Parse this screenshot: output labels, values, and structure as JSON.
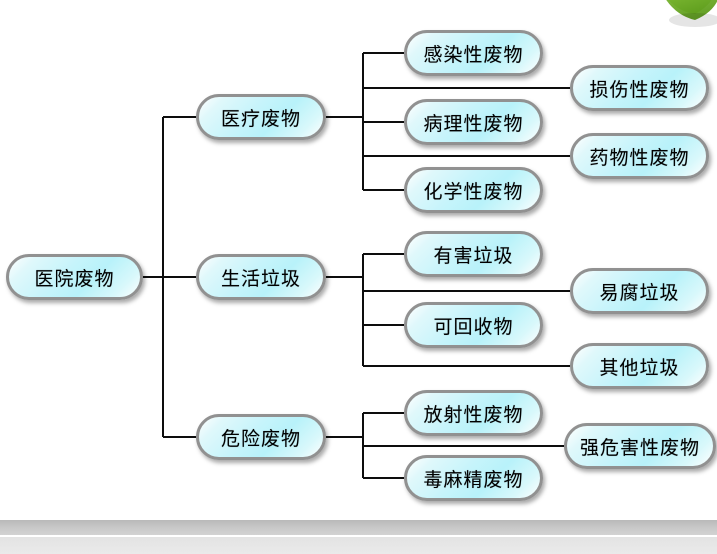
{
  "slide": {
    "title_text": "",
    "background_color": "#ffffff",
    "decor": {
      "leaf_icon": "green-leaf-ornament",
      "leaf_color_light": "#8cc63f",
      "leaf_color_mid": "#6fae2a",
      "leaf_color_dark": "#4f8c18"
    },
    "footer": {
      "band_color_top": "#c3c3c3",
      "band_color_bottom": "#e8e8e8"
    }
  },
  "diagram": {
    "type": "tree",
    "node_fill_accent": "#b8f2fa",
    "node_border_color": "#919191",
    "connector_color": "#0d0d0d",
    "root": {
      "id": "root",
      "label": "医院废物"
    },
    "branches": [
      {
        "id": "branch-medical",
        "label": "医疗废物",
        "children": [
          {
            "id": "leaf-infectious",
            "label": "感染性废物"
          },
          {
            "id": "leaf-sharps",
            "label": "损伤性废物"
          },
          {
            "id": "leaf-pathological",
            "label": "病理性废物"
          },
          {
            "id": "leaf-pharma",
            "label": "药物性废物"
          },
          {
            "id": "leaf-chemical",
            "label": "化学性废物"
          }
        ]
      },
      {
        "id": "branch-domestic",
        "label": "生活垃圾",
        "children": [
          {
            "id": "leaf-harmful",
            "label": "有害垃圾"
          },
          {
            "id": "leaf-perishable",
            "label": "易腐垃圾"
          },
          {
            "id": "leaf-recyclable",
            "label": "可回收物"
          },
          {
            "id": "leaf-other",
            "label": "其他垃圾"
          }
        ]
      },
      {
        "id": "branch-hazardous",
        "label": "危险废物",
        "children": [
          {
            "id": "leaf-radioactive",
            "label": "放射性废物"
          },
          {
            "id": "leaf-highly-harmful",
            "label": "强危害性废物"
          },
          {
            "id": "leaf-narcotic",
            "label": "毒麻精废物"
          }
        ]
      }
    ]
  }
}
